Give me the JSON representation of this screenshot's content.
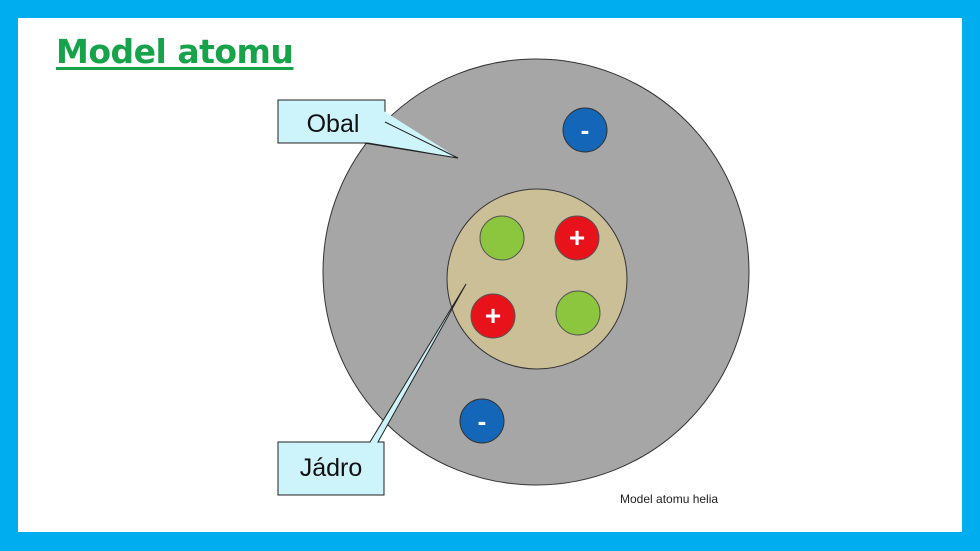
{
  "slide": {
    "title": "Model atomu",
    "caption": "Model atomu helia"
  },
  "labels": {
    "shell": "Obal",
    "nucleus": "Jádro"
  },
  "particles": {
    "proton_symbol": "+",
    "electron_symbol": "-"
  },
  "colors": {
    "frame": "#00aeef",
    "title": "#17a34a",
    "shell": "#a6a6a6",
    "nucleus": "#cbbf98",
    "neutron": "#8cc63e",
    "proton": "#e8121b",
    "electron": "#1467b8",
    "callout": "#cdf3fb"
  }
}
